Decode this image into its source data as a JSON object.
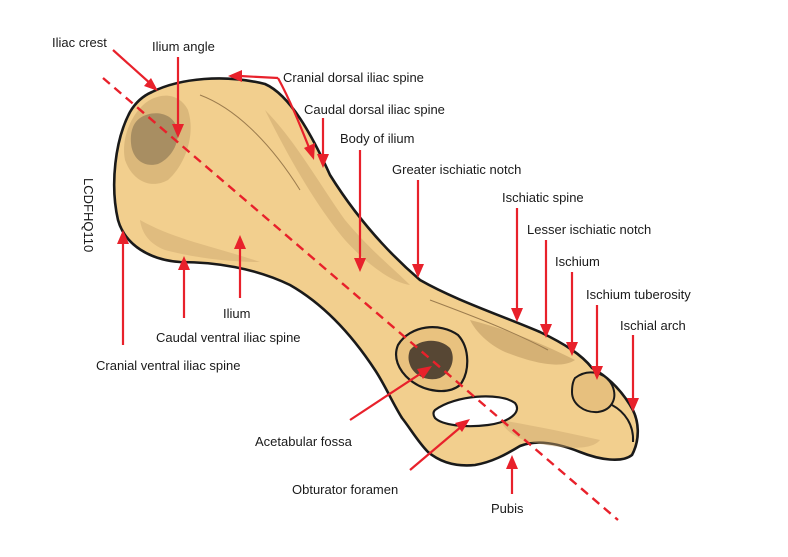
{
  "labels": {
    "iliac_crest": "Iliac crest",
    "ilium_angle": "Ilium angle",
    "cranial_dorsal_iliac_spine": "Cranial dorsal iliac spine",
    "caudal_dorsal_iliac_spine": "Caudal dorsal iliac spine",
    "body_of_ilium": "Body of ilium",
    "greater_ischiatic_notch": "Greater ischiatic notch",
    "ischiatic_spine": "Ischiatic spine",
    "lesser_ischiatic_notch": "Lesser ischiatic notch",
    "ischium": "Ischium",
    "ischium_tuberosity": "Ischium tuberosity",
    "ischial_arch": "Ischial arch",
    "ilium": "Ilium",
    "caudal_ventral_iliac_spine": "Caudal ventral iliac spine",
    "cranial_ventral_iliac_spine": "Cranial ventral iliac spine",
    "acetabular_fossa": "Acetabular fossa",
    "obturator_foramen": "Obturator foramen",
    "pubis": "Pubis"
  },
  "watermark": "LCDFHQ110",
  "colors": {
    "bone": "#f3d08f",
    "bone_shade": "#d9b67a",
    "outline": "#1a1a1a",
    "arrow": "#e8212b"
  }
}
